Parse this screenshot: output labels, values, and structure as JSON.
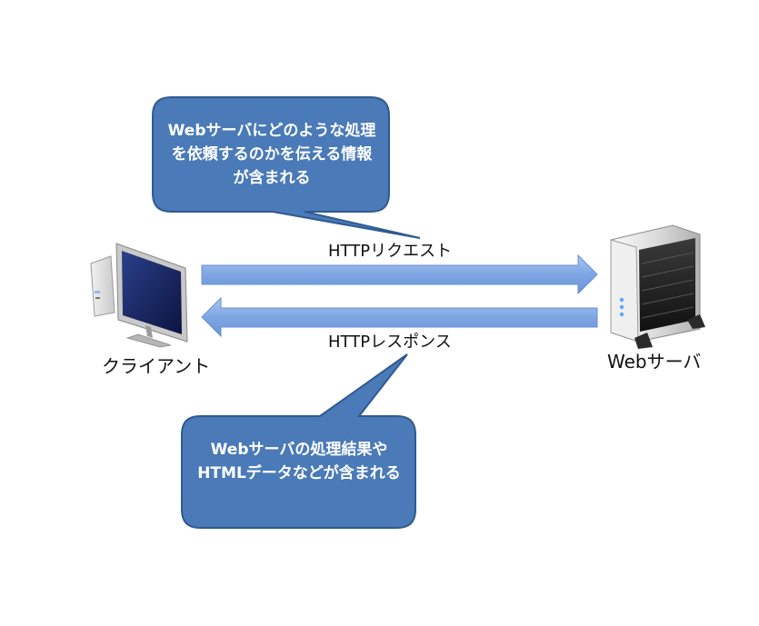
{
  "callouts": {
    "request_note": "Webサーバにどのような処理を依頼するのかを伝える情報が含まれる",
    "response_note": "Webサーバの処理結果やHTMLデータなどが含まれる"
  },
  "arrows": {
    "request_label": "HTTPリクエスト",
    "response_label": "HTTPレスポンス"
  },
  "nodes": {
    "client_label": "クライアント",
    "server_label": "Webサーバ"
  },
  "colors": {
    "callout_fill": "#4a7ab8",
    "callout_stroke": "#2f5a91",
    "arrow_fill": "#7ea6e3",
    "arrow_stroke": "#6690d3"
  }
}
